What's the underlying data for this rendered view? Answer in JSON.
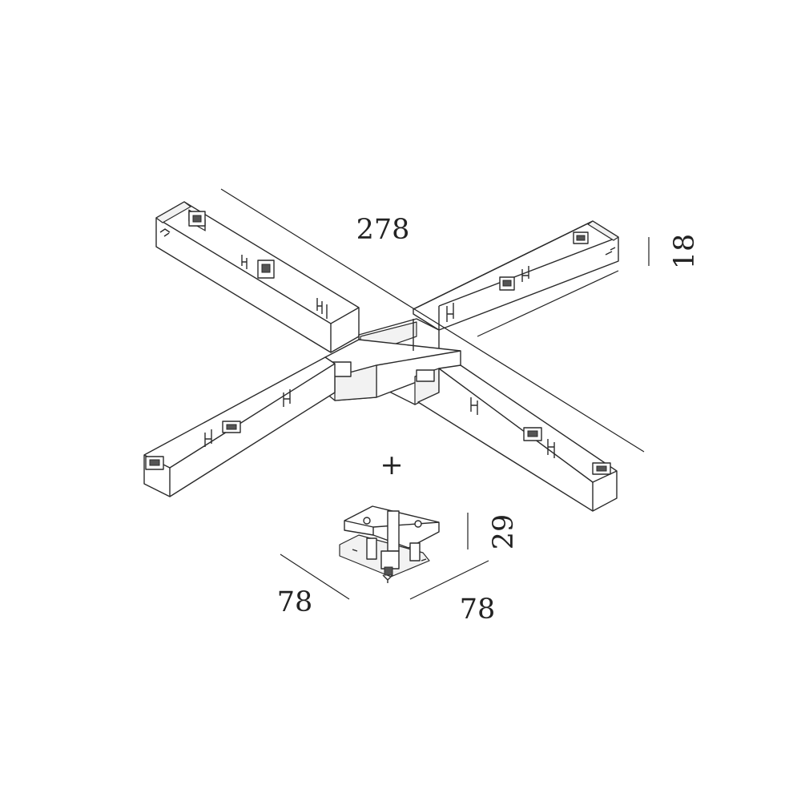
{
  "diagram": {
    "dimensions": {
      "length": "278",
      "height": "18",
      "connector_height": "29",
      "connector_width_left": "78",
      "connector_width_right": "78"
    },
    "plus_symbol": "+",
    "colors": {
      "line": "#2a2a2a",
      "background": "#ffffff"
    }
  }
}
